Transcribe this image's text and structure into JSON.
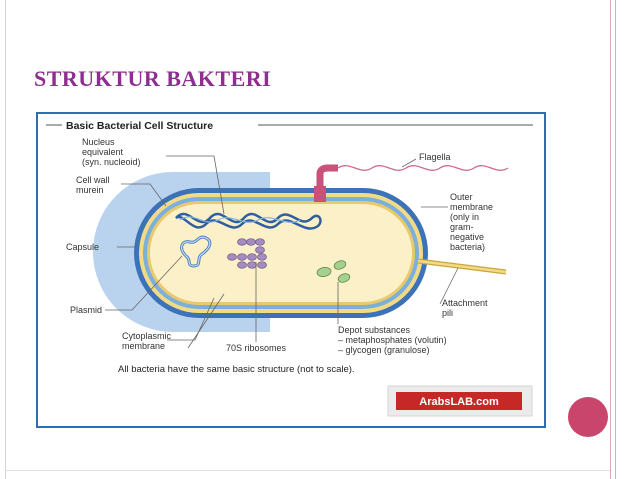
{
  "slide": {
    "title": "STRUKTUR BAKTERI",
    "accent_color": "#8e2e8e",
    "dot_color": "#c9456b"
  },
  "figure": {
    "heading": "Basic Bacterial Cell Structure",
    "labels": {
      "nucleus": [
        "Nucleus",
        "equivalent",
        "(syn. nucleoid)"
      ],
      "cell_wall": [
        "Cell wall",
        "murein"
      ],
      "capsule": "Capsule",
      "plasmid": "Plasmid",
      "cytoplasmic": [
        "Cytoplasmic",
        "membrane"
      ],
      "ribosomes": "70S ribosomes",
      "depot": [
        "Depot substances",
        "– metaphosphates (volutin)",
        "– glycogen (granulose)"
      ],
      "flagella": "Flagella",
      "outer": [
        "Outer",
        "membrane",
        "(only in",
        "gram-",
        "negative",
        "bacteria)"
      ],
      "pili": [
        "Attachment",
        "pili"
      ]
    },
    "caption": "All bacteria have the same basic structure (not to scale).",
    "watermark": "ArabsLAB.com"
  }
}
